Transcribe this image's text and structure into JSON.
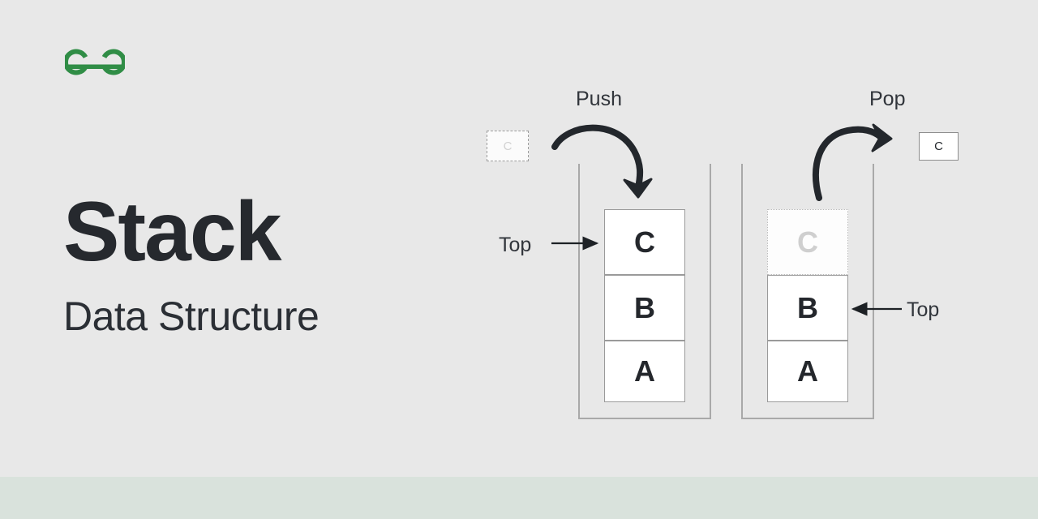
{
  "page": {
    "background_color": "#e8e8e8",
    "bottom_strip_color": "#d9e2dc",
    "text_color": "#26292e"
  },
  "brand": {
    "logo_name": "geeksforgeeks-logo",
    "logo_color": "#308d46"
  },
  "heading": {
    "title": "Stack",
    "subtitle": "Data Structure"
  },
  "diagram": {
    "push": {
      "operation_label": "Push",
      "pointer_label": "Top",
      "incoming_element": "C",
      "stack_cells": [
        {
          "value": "C",
          "state": "solid"
        },
        {
          "value": "B",
          "state": "solid"
        },
        {
          "value": "A",
          "state": "solid"
        }
      ]
    },
    "pop": {
      "operation_label": "Pop",
      "pointer_label": "Top",
      "outgoing_element": "C",
      "stack_cells": [
        {
          "value": "C",
          "state": "ghost"
        },
        {
          "value": "B",
          "state": "solid"
        },
        {
          "value": "A",
          "state": "solid"
        }
      ]
    }
  }
}
